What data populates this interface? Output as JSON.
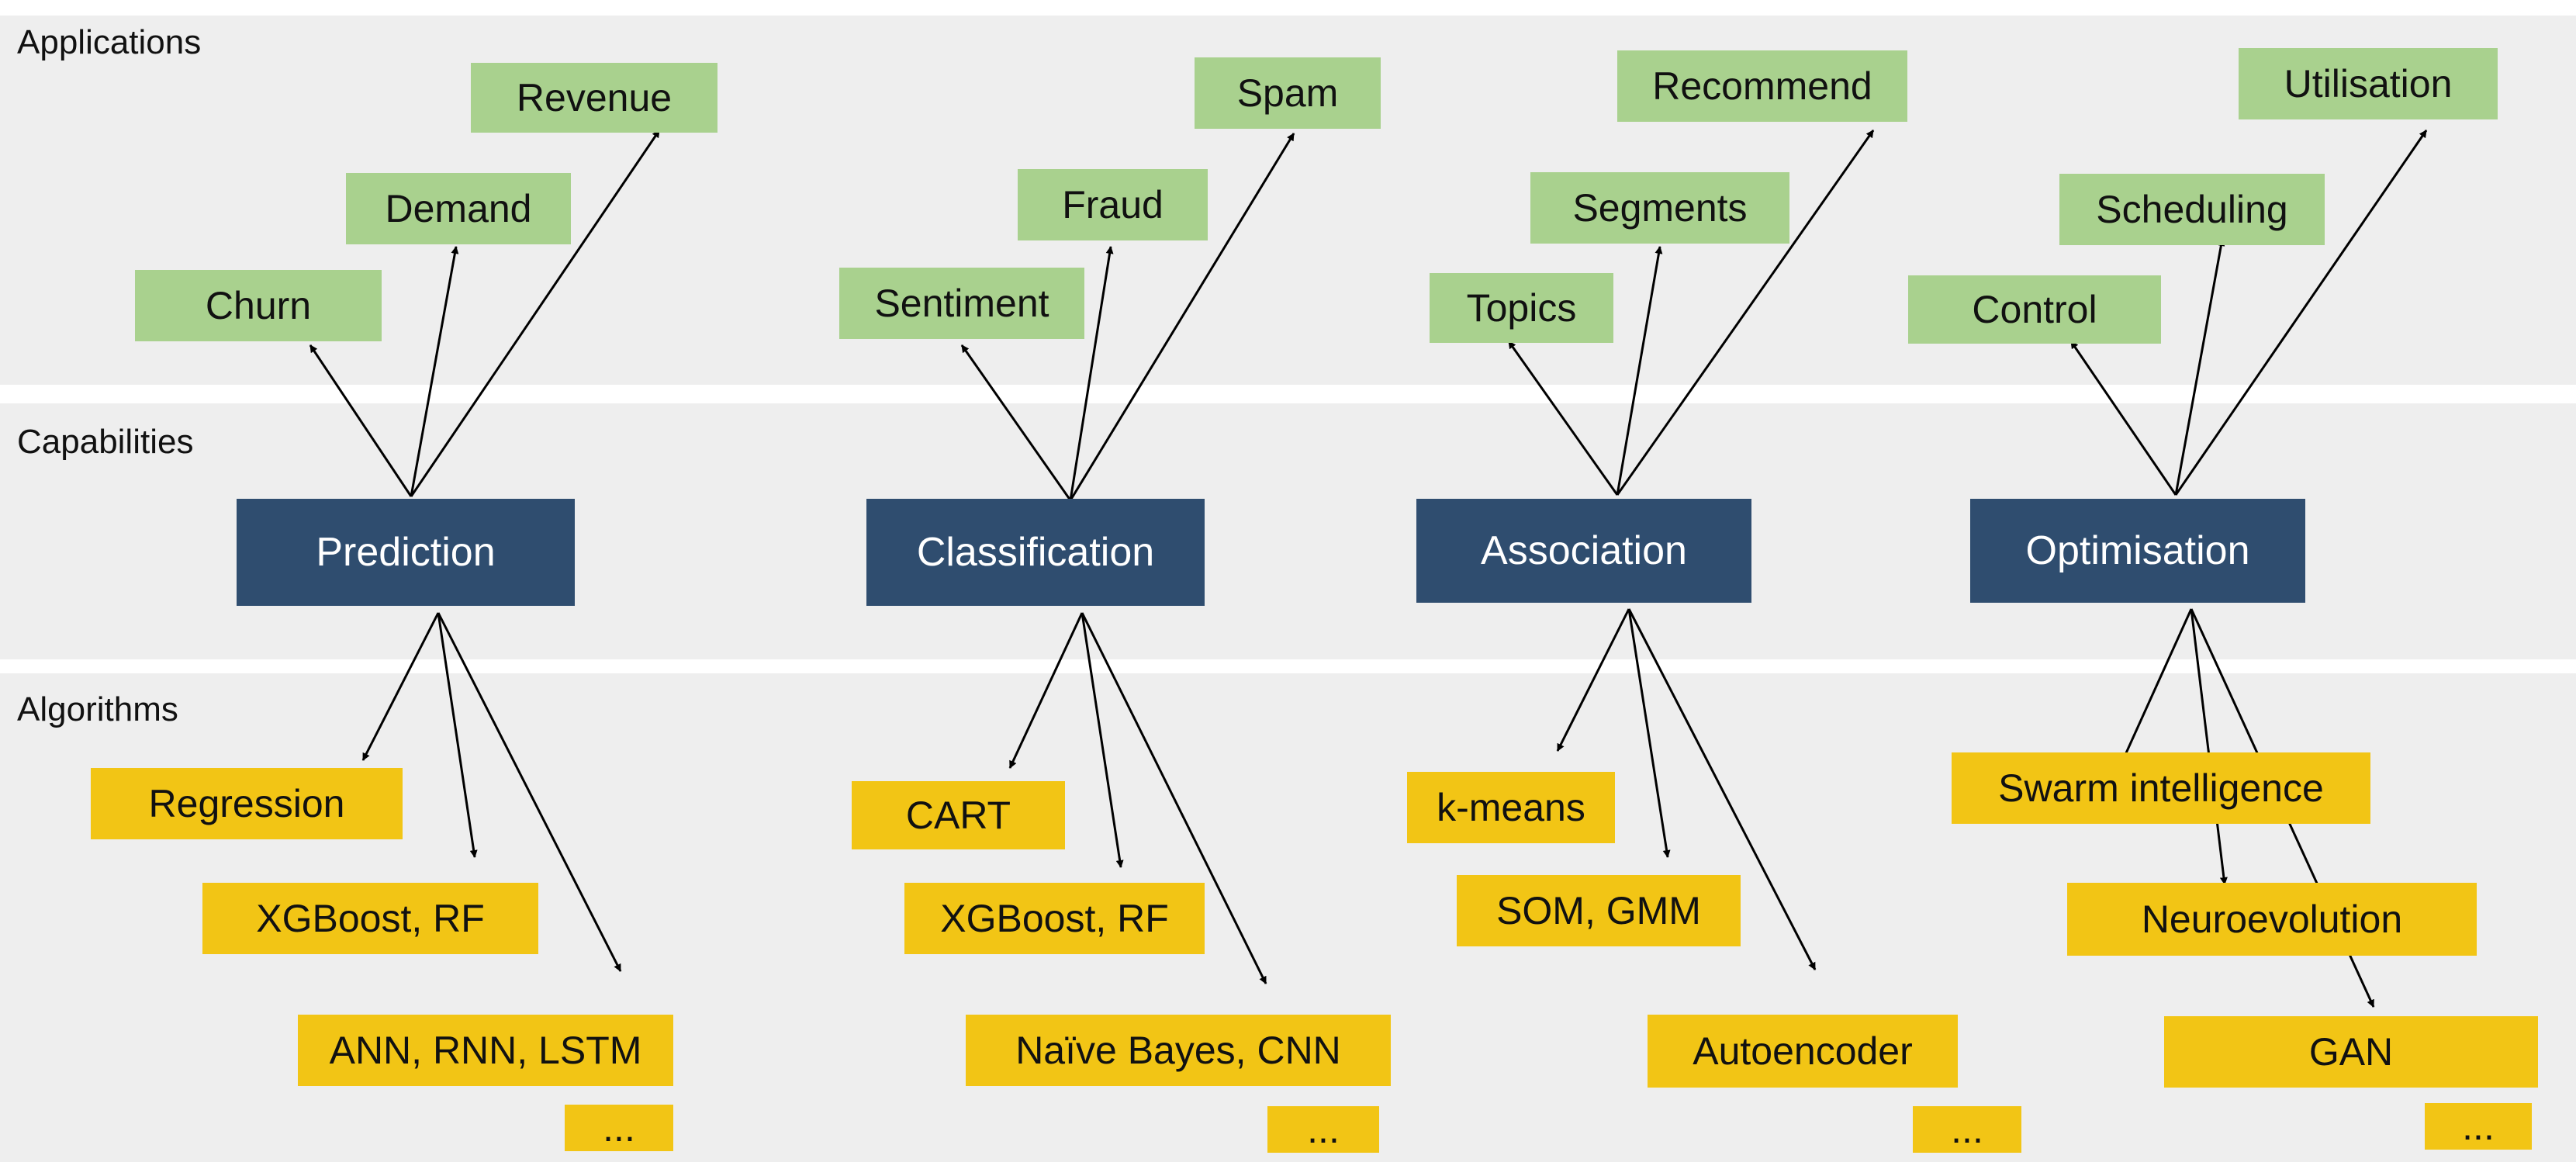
{
  "bands": {
    "applications": "Applications",
    "capabilities": "Capabilities",
    "algorithms": "Algorithms"
  },
  "groups": [
    {
      "capability": "Prediction",
      "applications": [
        "Churn",
        "Demand",
        "Revenue"
      ],
      "algorithms": [
        "Regression",
        "XGBoost, RF",
        "ANN, RNN, LSTM",
        "..."
      ]
    },
    {
      "capability": "Classification",
      "applications": [
        "Sentiment",
        "Fraud",
        "Spam"
      ],
      "algorithms": [
        "CART",
        "XGBoost, RF",
        "Naïve Bayes, CNN",
        "..."
      ]
    },
    {
      "capability": "Association",
      "applications": [
        "Topics",
        "Segments",
        "Recommend"
      ],
      "algorithms": [
        "k-means",
        "SOM, GMM",
        "Autoencoder",
        "..."
      ]
    },
    {
      "capability": "Optimisation",
      "applications": [
        "Control",
        "Scheduling",
        "Utilisation"
      ],
      "algorithms": [
        "Swarm intelligence",
        "Neuroevolution",
        "GAN",
        "..."
      ]
    }
  ],
  "colors": {
    "band": "#eeeeee",
    "application_box": "#a9d18e",
    "capability_box": "#2f4d6f",
    "algorithm_box": "#f2c515",
    "arrow": "#000000"
  }
}
